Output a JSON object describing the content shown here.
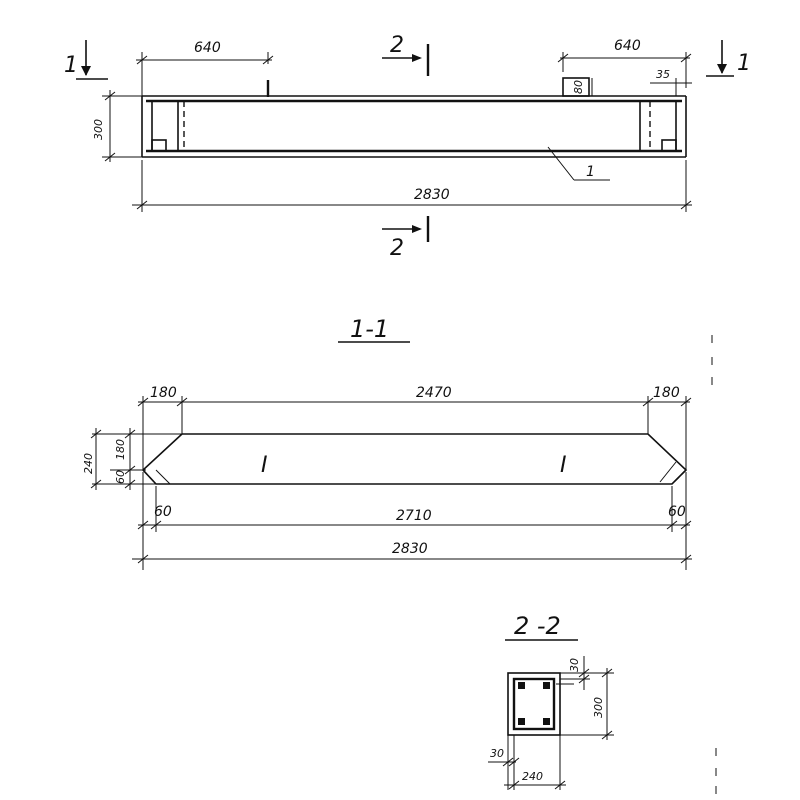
{
  "plan": {
    "dim_left_end": "640",
    "dim_right_end": "640",
    "dim_top_offset": "35",
    "dim_slot_height": "80",
    "dim_height": "300",
    "dim_total_length": "2830",
    "callout_label": "1",
    "section_1_label": "1",
    "section_2_label": "2"
  },
  "section_1_1": {
    "title": "1-1",
    "dim_left_bevel": "180",
    "dim_middle": "2470",
    "dim_right_bevel": "180",
    "dim_total_height": "240",
    "dim_upper_height": "180",
    "dim_lower_height": "60",
    "dim_left_offset": "60",
    "dim_right_offset": "60",
    "dim_bottom_length": "2710",
    "dim_overall_length": "2830",
    "mark_left": "I",
    "mark_right": "I"
  },
  "section_2_2": {
    "title": "2 -2",
    "dim_cover_top": "30",
    "dim_height": "300",
    "dim_cover_side": "30",
    "dim_width": "240"
  }
}
